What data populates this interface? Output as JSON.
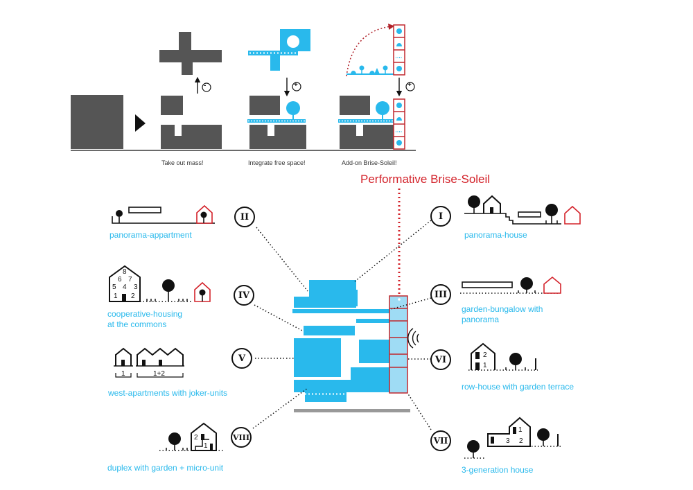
{
  "colors": {
    "mass": "#555555",
    "blue": "#29b9ec",
    "red": "#d3222a",
    "black": "#111111",
    "lightblue": "#9fdcf5",
    "ground": "#999999"
  },
  "steps": {
    "take_out": "Take out mass!",
    "integrate": "Integrate free space!",
    "addon": "Add-on Brise-Soleil!",
    "minus": "-",
    "plus": "+"
  },
  "section_title": "Performative Brise-Soleil",
  "units": [
    {
      "numeral": "II",
      "label": "panorama-appartment"
    },
    {
      "numeral": "IV",
      "label": "cooperative-housing\nat the commons"
    },
    {
      "numeral": "V",
      "label": "west-apartments with joker-units"
    },
    {
      "numeral": "VIII",
      "label": "duplex with garden + micro-unit"
    },
    {
      "numeral": "I",
      "label": "panorama-house"
    },
    {
      "numeral": "III",
      "label": "garden-bungalow with\npanorama"
    },
    {
      "numeral": "VI",
      "label": "row-house with garden terrace"
    },
    {
      "numeral": "VII",
      "label": "3-generation house"
    }
  ],
  "icon_text": {
    "coop_floors": [
      "8",
      "6",
      "7",
      "5",
      "4",
      "3",
      "1",
      "2"
    ],
    "joker_1": "1",
    "joker_12": "1+2",
    "duplex_1": "1",
    "duplex_2": "2",
    "row_1": "1",
    "row_2": "2",
    "gen_1": "1",
    "gen_2": "2",
    "gen_3": "3"
  }
}
